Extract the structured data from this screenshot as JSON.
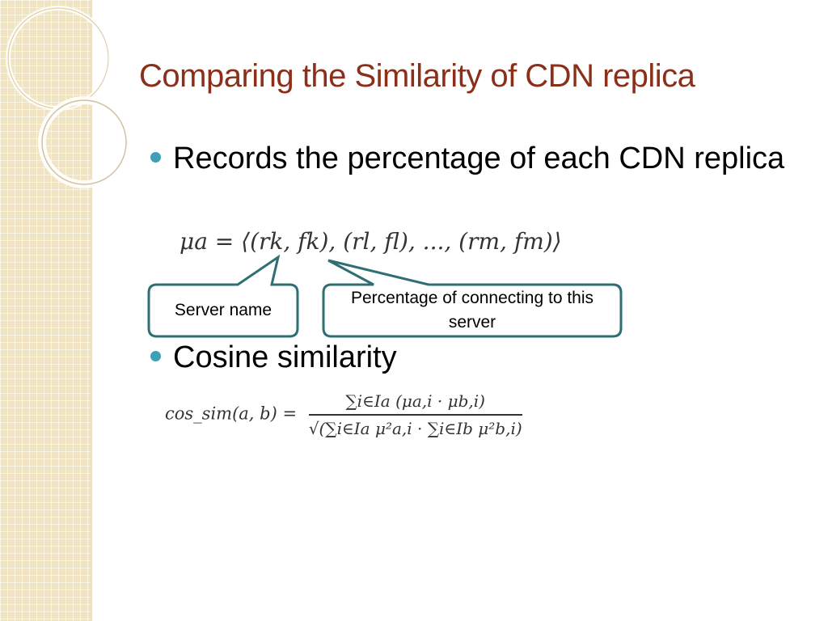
{
  "slide": {
    "title": "Comparing the Similarity of CDN replica",
    "bullets": [
      {
        "text": "Records the percentage of each CDN replica"
      },
      {
        "text": "Cosine similarity"
      }
    ],
    "formula_1": "μa = ⟨(rk, fk), (rl, fl), ..., (rm, fm)⟩",
    "formula_2": {
      "lhs": "cos_sim(a, b) =",
      "numerator": "∑i∈Ia (μa,i · μb,i)",
      "denominator": "√(∑i∈Ia μ²a,i · ∑i∈Ib μ²b,i)"
    },
    "callouts": [
      {
        "text": "Server name"
      },
      {
        "text": "Percentage of connecting to this server"
      }
    ]
  },
  "colors": {
    "title": "#8b2e1a",
    "bullet_dot": "#3f9fb4",
    "callout_border": "#2f6f73",
    "band": "#f1e4c2"
  }
}
